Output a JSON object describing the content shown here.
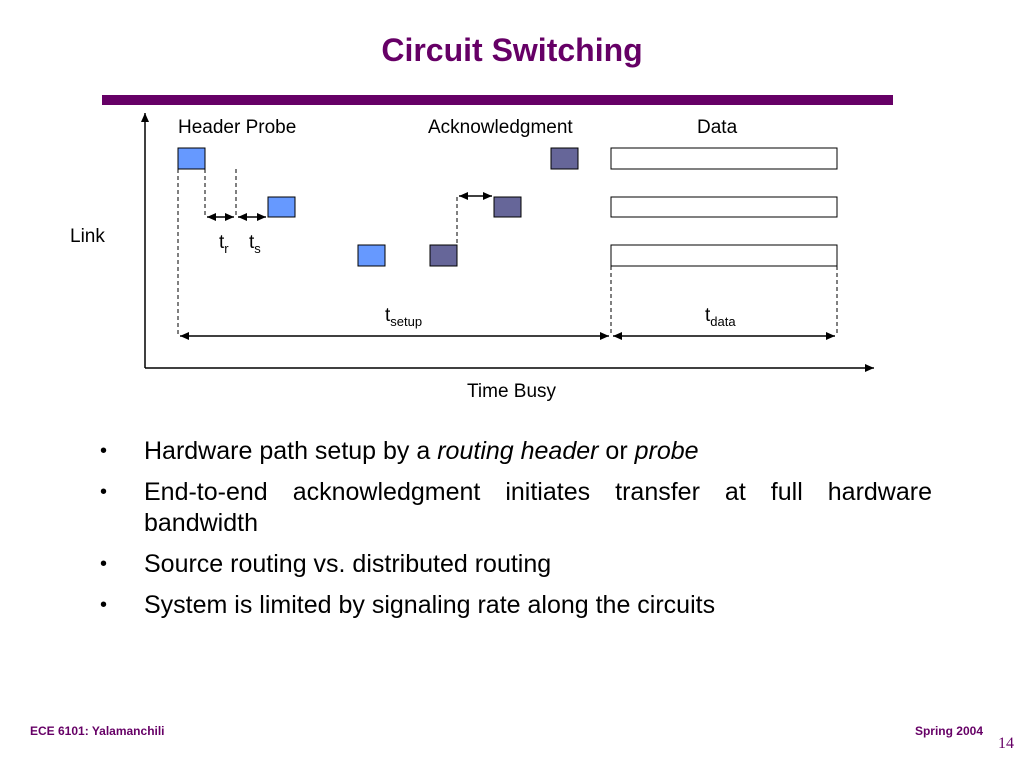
{
  "title": "Circuit Switching",
  "diagram": {
    "labels": {
      "header_probe": "Header Probe",
      "acknowledgment": "Acknowledgment",
      "data": "Data",
      "link": "Link",
      "time_busy": "Time Busy",
      "t_r": "t",
      "t_r_sub": "r",
      "t_s": "t",
      "t_s_sub": "s",
      "t_setup": "t",
      "t_setup_sub": "setup",
      "t_data": "t",
      "t_data_sub": "data"
    },
    "colors": {
      "probe": "#6699ff",
      "ack": "#666699",
      "axis": "#000000"
    }
  },
  "bullets": [
    {
      "parts": [
        "Hardware path setup by a ",
        "routing header",
        " or ",
        "probe"
      ]
    },
    {
      "text": "End-to-end acknowledgment initiates transfer at full hardware bandwidth"
    },
    {
      "text": "Source routing vs. distributed routing"
    },
    {
      "text": "System is limited by signaling rate along the circuits"
    }
  ],
  "bullet_glyph": "•",
  "footer": {
    "left": "ECE 6101: Yalamanchili",
    "right": "Spring 2004",
    "page": "14"
  }
}
